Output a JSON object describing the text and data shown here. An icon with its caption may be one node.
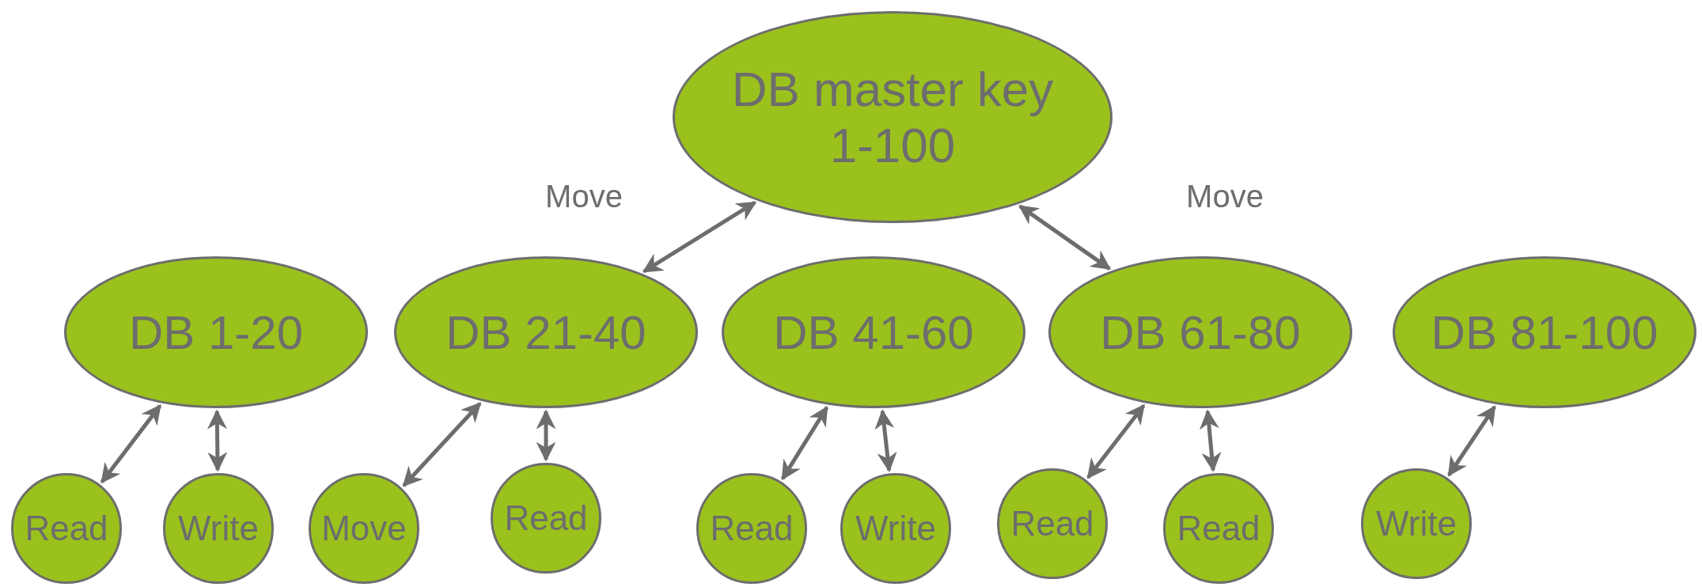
{
  "diagram": {
    "nodes": [
      {
        "text": [
          "DB master key 1-100"
        ]
      },
      {
        "text": [
          "DB 1-20"
        ]
      },
      {
        "text": [
          "DB 21-40"
        ]
      },
      {
        "text": [
          "DB 41-60"
        ]
      },
      {
        "text": [
          "DB 61-80"
        ]
      },
      {
        "text": [
          "DB 81-100"
        ]
      },
      {
        "text": [
          "Read"
        ]
      },
      {
        "text": [
          "Write"
        ]
      },
      {
        "text": [
          "Move"
        ]
      },
      {
        "text": [
          "Read"
        ]
      },
      {
        "text": [
          "Read"
        ]
      },
      {
        "text": [
          "Write"
        ]
      },
      {
        "text": [
          "Read"
        ]
      },
      {
        "text": [
          "Read"
        ]
      },
      {
        "text": [
          "Write"
        ]
      }
    ],
    "edges": [
      {
        "from": 0,
        "to": 2,
        "arrow": "both",
        "label": "Move"
      },
      {
        "from": 0,
        "to": 4,
        "arrow": "both",
        "label": "Move"
      },
      {
        "from": 1,
        "to": 6,
        "arrow": "both"
      },
      {
        "from": 1,
        "to": 7,
        "arrow": "both"
      },
      {
        "from": 2,
        "to": 8,
        "arrow": "both"
      },
      {
        "from": 2,
        "to": 9,
        "arrow": "both"
      },
      {
        "from": 3,
        "to": 10,
        "arrow": "both"
      },
      {
        "from": 3,
        "to": 11,
        "arrow": "both"
      },
      {
        "from": 4,
        "to": 12,
        "arrow": "both"
      },
      {
        "from": 4,
        "to": 13,
        "arrow": "both"
      },
      {
        "from": 5,
        "to": 14,
        "arrow": "both"
      }
    ]
  }
}
